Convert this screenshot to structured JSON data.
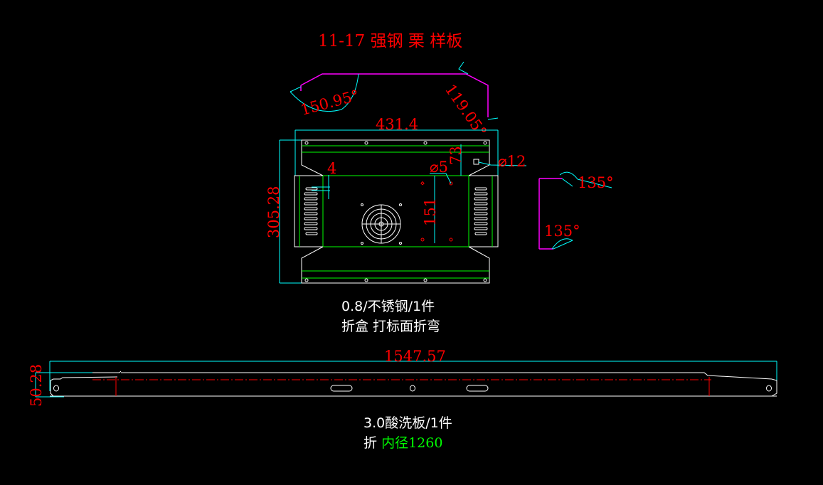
{
  "title": "11-17 强钢 栗 样板",
  "dimensions": {
    "angle_left": "150.95°",
    "angle_right": "119.05°",
    "width_top": "431.4",
    "height_left": "305.28",
    "offset_4": "4",
    "dia_5": "⌀5",
    "dim_73": "73",
    "dia_12": "⌀12",
    "dim_151": "151",
    "angle_side_top": "135°",
    "angle_side_bottom": "135°",
    "length_bar": "1547.57",
    "height_bar": "50.28"
  },
  "notes": {
    "part1_spec": "0.8/不锈钢/1件",
    "part1_process": "折盒 打标面折弯",
    "part2_spec": "3.0酸洗板/1件",
    "part2_process": "折",
    "part2_radius": "内径1260"
  },
  "colors": {
    "background": "#000000",
    "dimension": "#ff0000",
    "outline": "#ffffff",
    "bend": "#00ff00",
    "dimline": "#00ffff",
    "profile": "#ff00ff"
  }
}
